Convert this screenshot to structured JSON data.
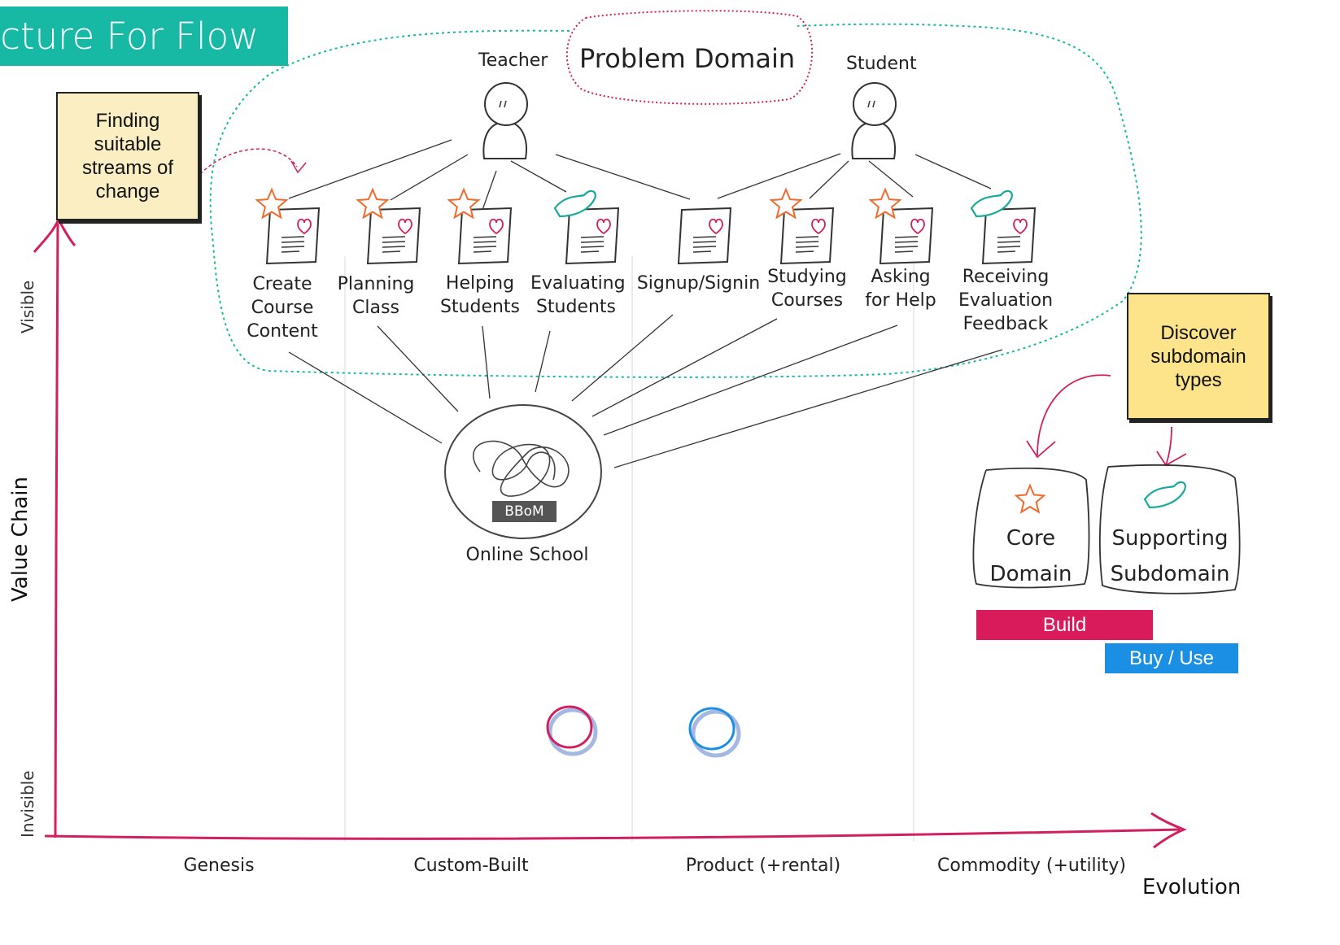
{
  "title": "ecture For Flow",
  "problem_domain": "Problem Domain",
  "actors": {
    "teacher": "Teacher",
    "student": "Student"
  },
  "notes": {
    "finding": "Finding suitable streams of change",
    "discover": "Discover subdomain types"
  },
  "capabilities": [
    {
      "label": "Create Course Content",
      "type": "core"
    },
    {
      "label": "Planning Class",
      "type": "core"
    },
    {
      "label": "Helping Students",
      "type": "core"
    },
    {
      "label": "Evaluating Students",
      "type": "supporting"
    },
    {
      "label": "Signup/Signin",
      "type": "generic"
    },
    {
      "label": "Studying Courses",
      "type": "core"
    },
    {
      "label": "Asking for Help",
      "type": "core"
    },
    {
      "label": "Receiving Evaluation Feedback",
      "type": "supporting"
    }
  ],
  "system": {
    "name": "Online School",
    "badge": "BBoM"
  },
  "legend": {
    "core": "Core Domain",
    "supporting": "Supporting Subdomain",
    "build": "Build",
    "buy": "Buy / Use"
  },
  "axes": {
    "y_title": "Value Chain",
    "y_top": "Visible",
    "y_bottom": "Invisible",
    "x_title": "Evolution",
    "x_stages": [
      "Genesis",
      "Custom-Built",
      "Product (+rental)",
      "Commodity (+utility)"
    ]
  },
  "colors": {
    "accent_teal": "#17b9a5",
    "axis_pink": "#d21f5f",
    "core_orange": "#f26a2e",
    "supporting_teal": "#1aa99a",
    "build": "#d91b5c",
    "buy": "#1a8fe3",
    "sticky_light": "#fbeec2",
    "sticky_yellow": "#fde48a"
  }
}
